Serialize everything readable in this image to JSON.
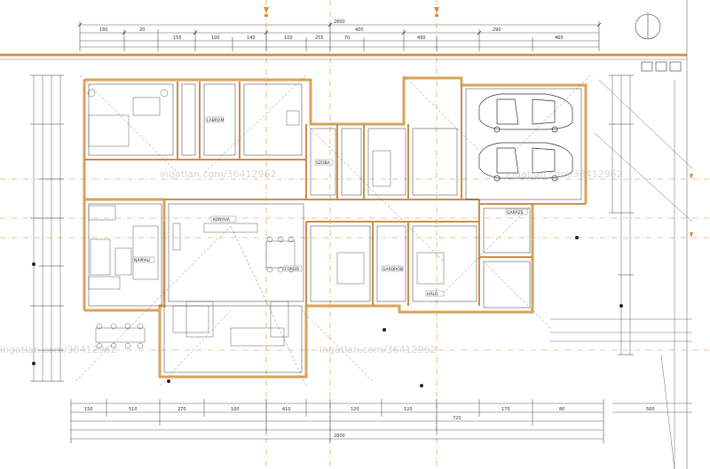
{
  "drawing": {
    "top_total_dimension": "2800",
    "bottom_total_dimension": "2800",
    "top_dimensions": [
      "180",
      "20",
      "155",
      "100",
      "140",
      "100",
      "255",
      "70",
      "400",
      "490",
      "290",
      "460"
    ],
    "bottom_dimensions": [
      "150",
      "510",
      "270",
      "100",
      "410",
      "120",
      "120",
      "720",
      "170",
      "80"
    ],
    "right_dimensions": [
      "500"
    ],
    "room_labels": [
      "LABROM",
      "KONYHA",
      "NAPPALI",
      "SZOBA",
      "FÜRDŐ",
      "GARÁZS",
      "GARDRÓB",
      "HÁLÓ"
    ],
    "watermarks": [
      "ingatlan.com/36412962",
      "ingatlan.com/36412962",
      "ingatlan.com/36412962",
      "ingatlan.com/36412962"
    ]
  },
  "colors": {
    "wall": "#d9a25a",
    "line": "#1e1e1e",
    "axis": "#e08a2e",
    "furniture": "#5a5a5a",
    "watermark": "#b8b8b8"
  },
  "icons": {
    "cars": [
      "car-icon",
      "car-icon"
    ],
    "north_marker": "north-arrow-icon"
  }
}
